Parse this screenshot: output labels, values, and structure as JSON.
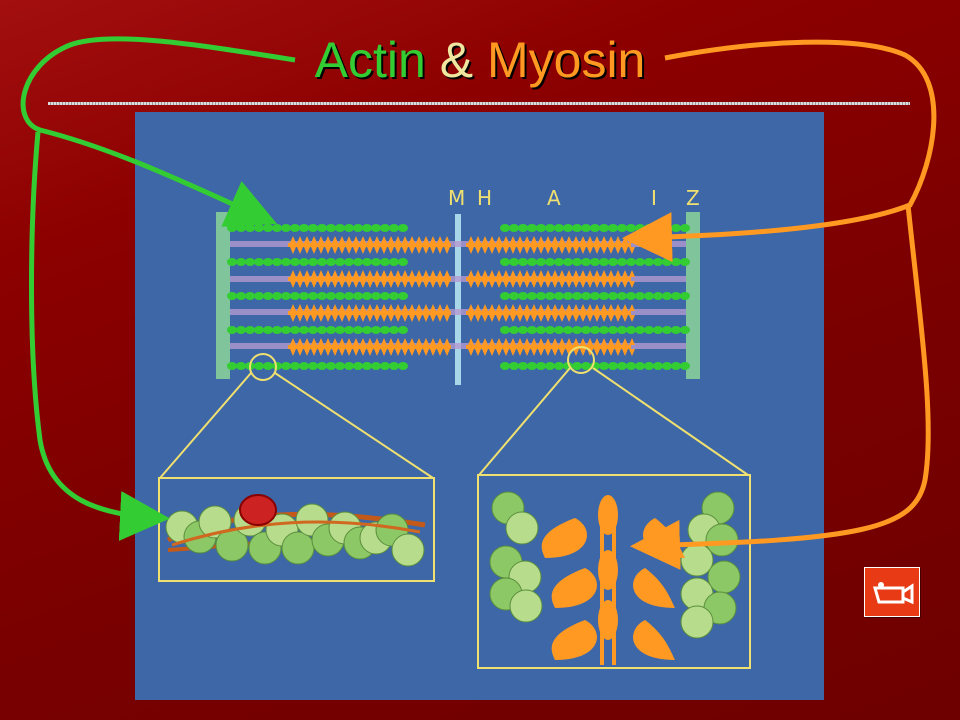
{
  "title": {
    "actin": "Actin",
    "amp": "&",
    "myosin": "Myosin"
  },
  "bands": {
    "m": "M",
    "h": "H",
    "a": "A",
    "i": "I",
    "z": "Z"
  },
  "colors": {
    "actin": "#33cc33",
    "myosin": "#ff9922",
    "panel": "#3d67a7",
    "outline": "#f0e070",
    "background": "#8c0000"
  },
  "icons": {
    "nav_button": "movie-camera-icon"
  }
}
